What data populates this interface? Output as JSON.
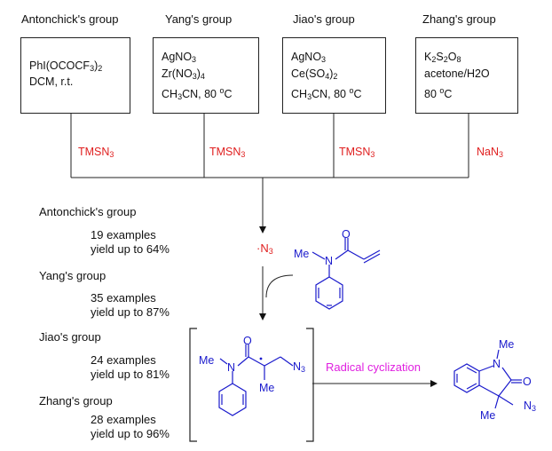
{
  "groups": [
    {
      "name": "Antonchick's group",
      "conditions": [
        "PhI(OCOCF3)2",
        "DCM, r.t."
      ],
      "reagent": "TMSN3"
    },
    {
      "name": "Yang's group",
      "conditions": [
        "AgNO3",
        "Zr(NO3)4",
        "CH3CN, 80 °C"
      ],
      "reagent": "TMSN3"
    },
    {
      "name": "Jiao's group",
      "conditions": [
        "AgNO3",
        "Ce(SO4)2",
        "CH3CN, 80 °C"
      ],
      "reagent": "TMSN3"
    },
    {
      "name": "Zhang's group",
      "conditions": [
        "K2S2O8",
        "acetone/H2O",
        "80 °C"
      ],
      "reagent": "NaN3"
    }
  ],
  "results": [
    {
      "name": "Antonchick's group",
      "examples": "19 examples",
      "yield": "yield up to 64%"
    },
    {
      "name": "Yang's group",
      "examples": "35 examples",
      "yield": "yield up to 87%"
    },
    {
      "name": "Jiao's group",
      "examples": "24 examples",
      "yield": "yield up to 81%"
    },
    {
      "name": "Zhang's group",
      "examples": "28 examples",
      "yield": "yield up to 96%"
    }
  ],
  "scheme": {
    "radical": "N3",
    "radical_dot": "·",
    "step_label": "Radical cyclization",
    "me": "Me",
    "n": "N",
    "o": "O"
  },
  "colors": {
    "reagent": "#e02020",
    "structure": "#1a1acc",
    "radical": "#e02020",
    "step": "#e020e0"
  }
}
